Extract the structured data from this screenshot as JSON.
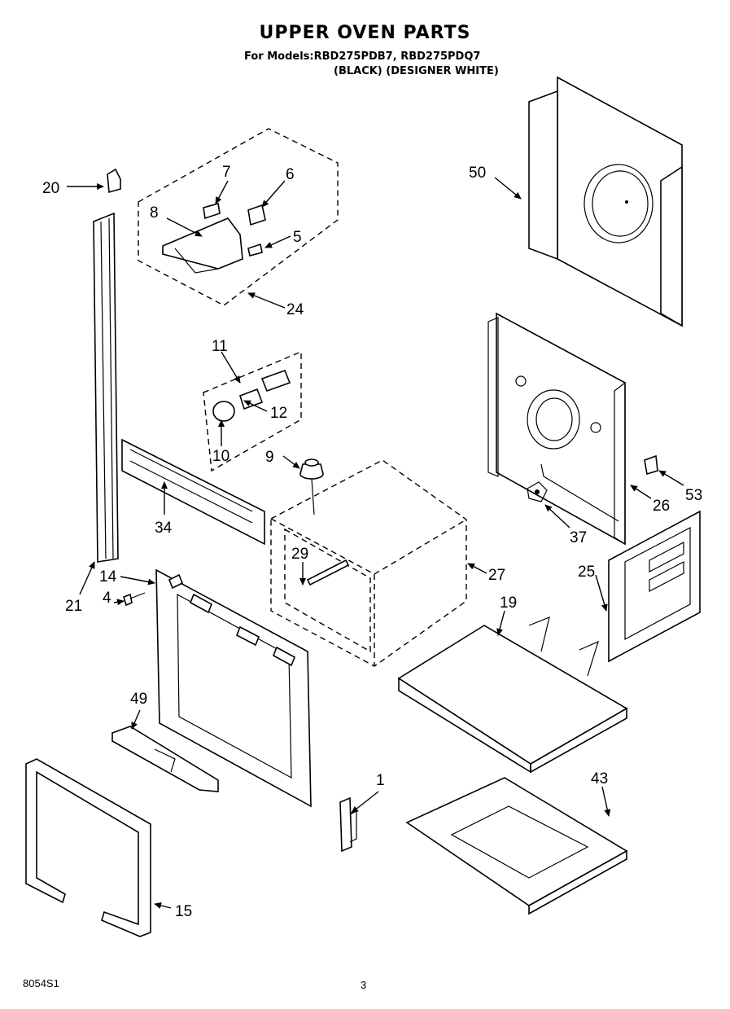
{
  "header": {
    "title": "UPPER OVEN PARTS",
    "models_line": "For Models:RBD275PDB7, RBD275PDQ7",
    "variants_line": "(BLACK) (DESIGNER WHITE)"
  },
  "callouts": {
    "p1": "1",
    "p4": "4",
    "p5": "5",
    "p6": "6",
    "p7": "7",
    "p8": "8",
    "p9": "9",
    "p10": "10",
    "p11": "11",
    "p12": "12",
    "p14": "14",
    "p15": "15",
    "p19": "19",
    "p20": "20",
    "p21": "21",
    "p24": "24",
    "p25": "25",
    "p26": "26",
    "p27": "27",
    "p29": "29",
    "p34": "34",
    "p37": "37",
    "p43": "43",
    "p49": "49",
    "p50": "50",
    "p53": "53"
  },
  "footer": {
    "doc_number": "8054S1",
    "page_number": "3"
  }
}
